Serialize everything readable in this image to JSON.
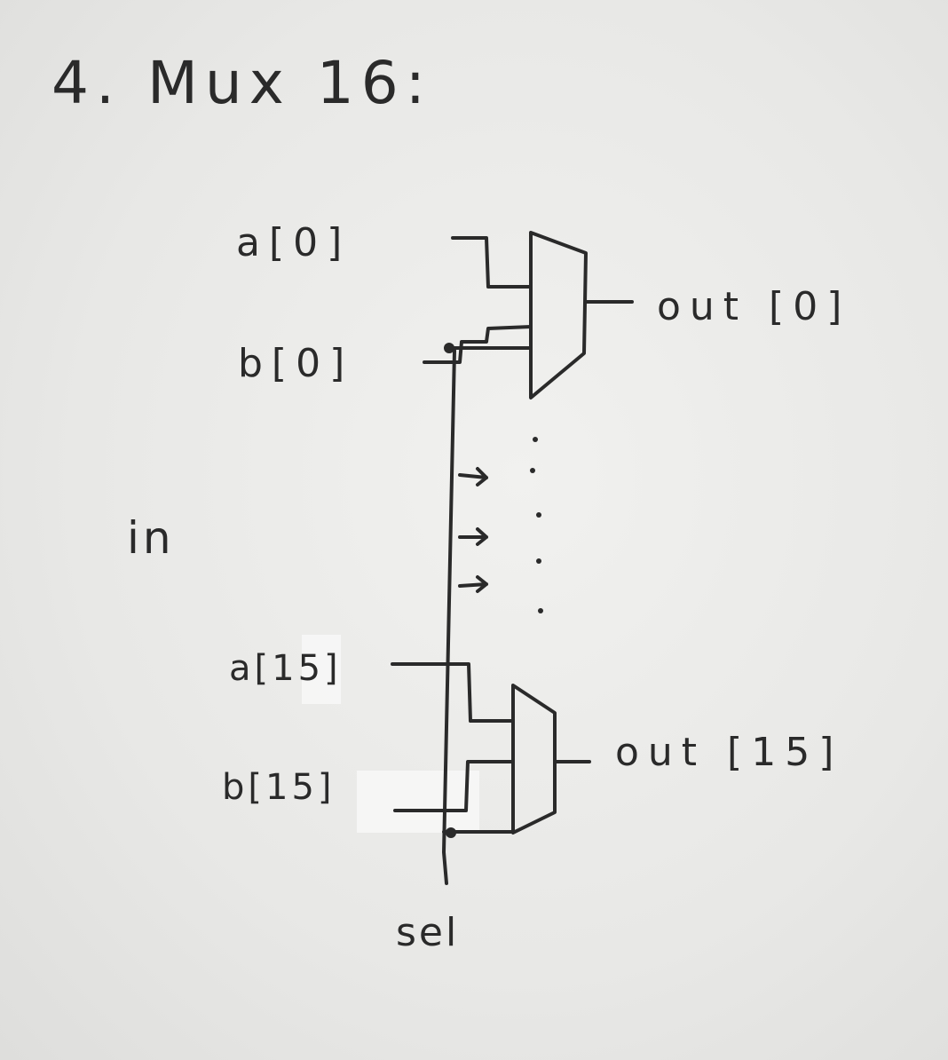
{
  "title": "4. Mux 16:",
  "inputs": {
    "group_label": "in",
    "a0": "a[0]",
    "b0": "b[0]",
    "a15": "a[15]",
    "b15": "b[15]"
  },
  "outputs": {
    "out0": "out [0]",
    "out15": "out [15]"
  },
  "select": "sel",
  "colors": {
    "ink": "#2a2a2a",
    "paper": "#eeeeec"
  }
}
